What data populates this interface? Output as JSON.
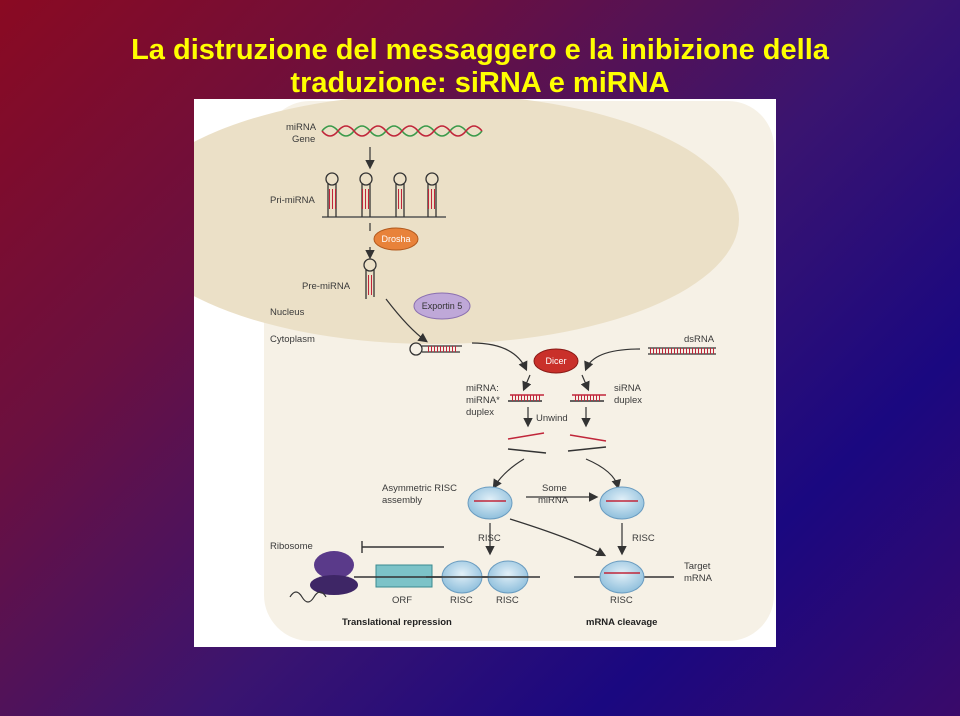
{
  "slide": {
    "title_line1": "La distruzione del messaggero e la inibizione della",
    "title_line2": "traduzione: siRNA e miRNA"
  },
  "figure": {
    "labels": {
      "mirna_gene_1": "miRNA",
      "mirna_gene_2": "Gene",
      "pri_mirna": "Pri-miRNA",
      "drosha": "Drosha",
      "pre_mirna": "Pre-miRNA",
      "exportin": "Exportin 5",
      "nucleus": "Nucleus",
      "cytoplasm": "Cytoplasm",
      "dsrna": "dsRNA",
      "dicer": "Dicer",
      "mirna_duplex_1": "miRNA:",
      "mirna_duplex_2": "miRNA*",
      "mirna_duplex_3": "duplex",
      "sirna_duplex_1": "siRNA",
      "sirna_duplex_2": "duplex",
      "unwind": "Unwind",
      "asym_risc_1": "Asymmetric RISC",
      "asym_risc_2": "assembly",
      "some_mirna_1": "Some",
      "some_mirna_2": "miRNA",
      "risc_left": "RISC",
      "risc_right": "RISC",
      "ribosome": "Ribosome",
      "orf": "ORF",
      "risc_bottom_1": "RISC",
      "risc_bottom_2": "RISC",
      "risc_bottom_3": "RISC",
      "target_mrna_1": "Target",
      "target_mrna_2": "mRNA",
      "translational_repression": "Translational repression",
      "mrna_cleavage": "mRNA cleavage"
    },
    "colors": {
      "nucleus_fill": "#efe6d2",
      "cytoplasm_fill": "#f7f3ea",
      "drosha": "#e8823a",
      "dicer": "#c9302a",
      "exportin": "#bfa8d8",
      "risc": "#aecfe6",
      "ribosome": "#5a3a8a",
      "orf": "#7cc3c8",
      "rna_red": "#c0263a",
      "rna_dark": "#4a4a4a",
      "dna_green": "#3a9a4a"
    }
  }
}
